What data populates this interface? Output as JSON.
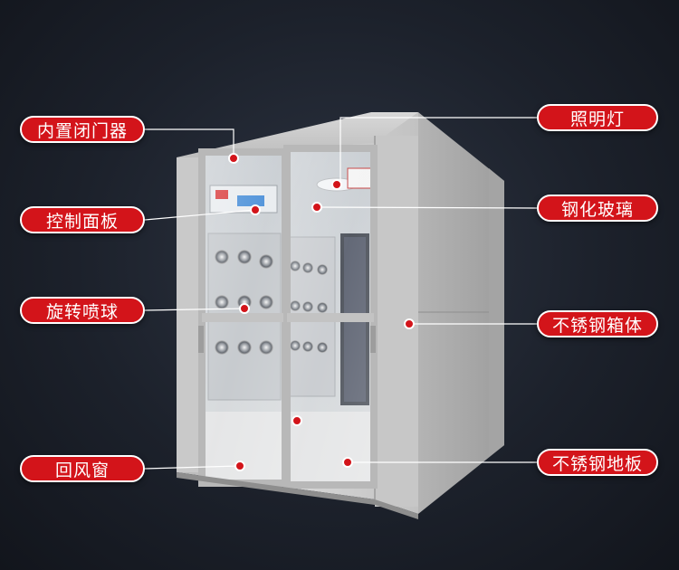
{
  "product": {
    "name_icon": "air-shower-cabinet",
    "accent_color": "#d3141a",
    "line_color": "#ffffff"
  },
  "callouts": {
    "left": [
      {
        "label": "内置闭门器"
      },
      {
        "label": "控制面板"
      },
      {
        "label": "旋转喷球"
      },
      {
        "label": "回风窗"
      }
    ],
    "right": [
      {
        "label": "照明灯"
      },
      {
        "label": "钢化玻璃"
      },
      {
        "label": "不锈钢箱体"
      },
      {
        "label": "不锈钢地板"
      }
    ]
  }
}
